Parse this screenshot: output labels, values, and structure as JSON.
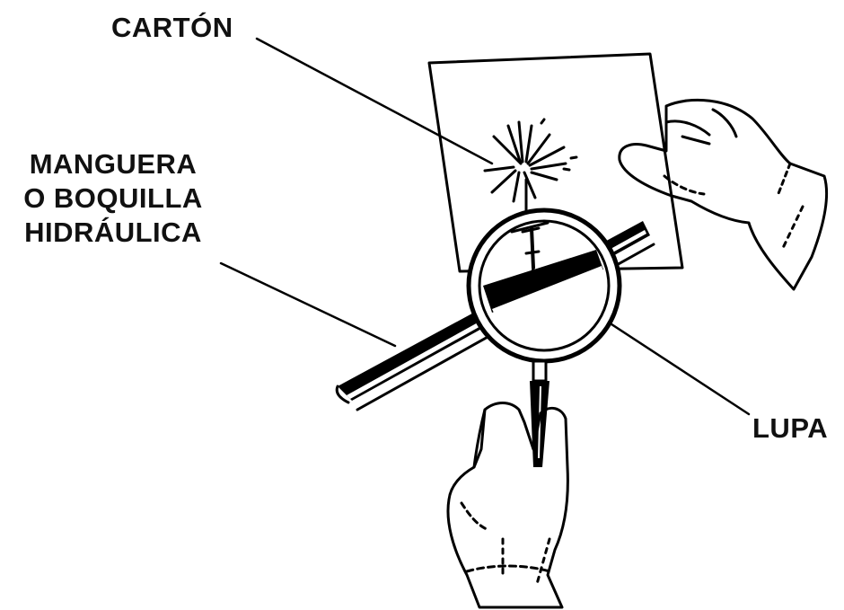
{
  "callouts": {
    "carton": "CARTÓN",
    "hose_line1": "MANGUERA",
    "hose_line2": "O BOQUILLA",
    "hose_line3": "HIDRÁULICA",
    "magnifier": "LUPA"
  },
  "colors": {
    "ink": "#000000",
    "background": "#ffffff"
  }
}
